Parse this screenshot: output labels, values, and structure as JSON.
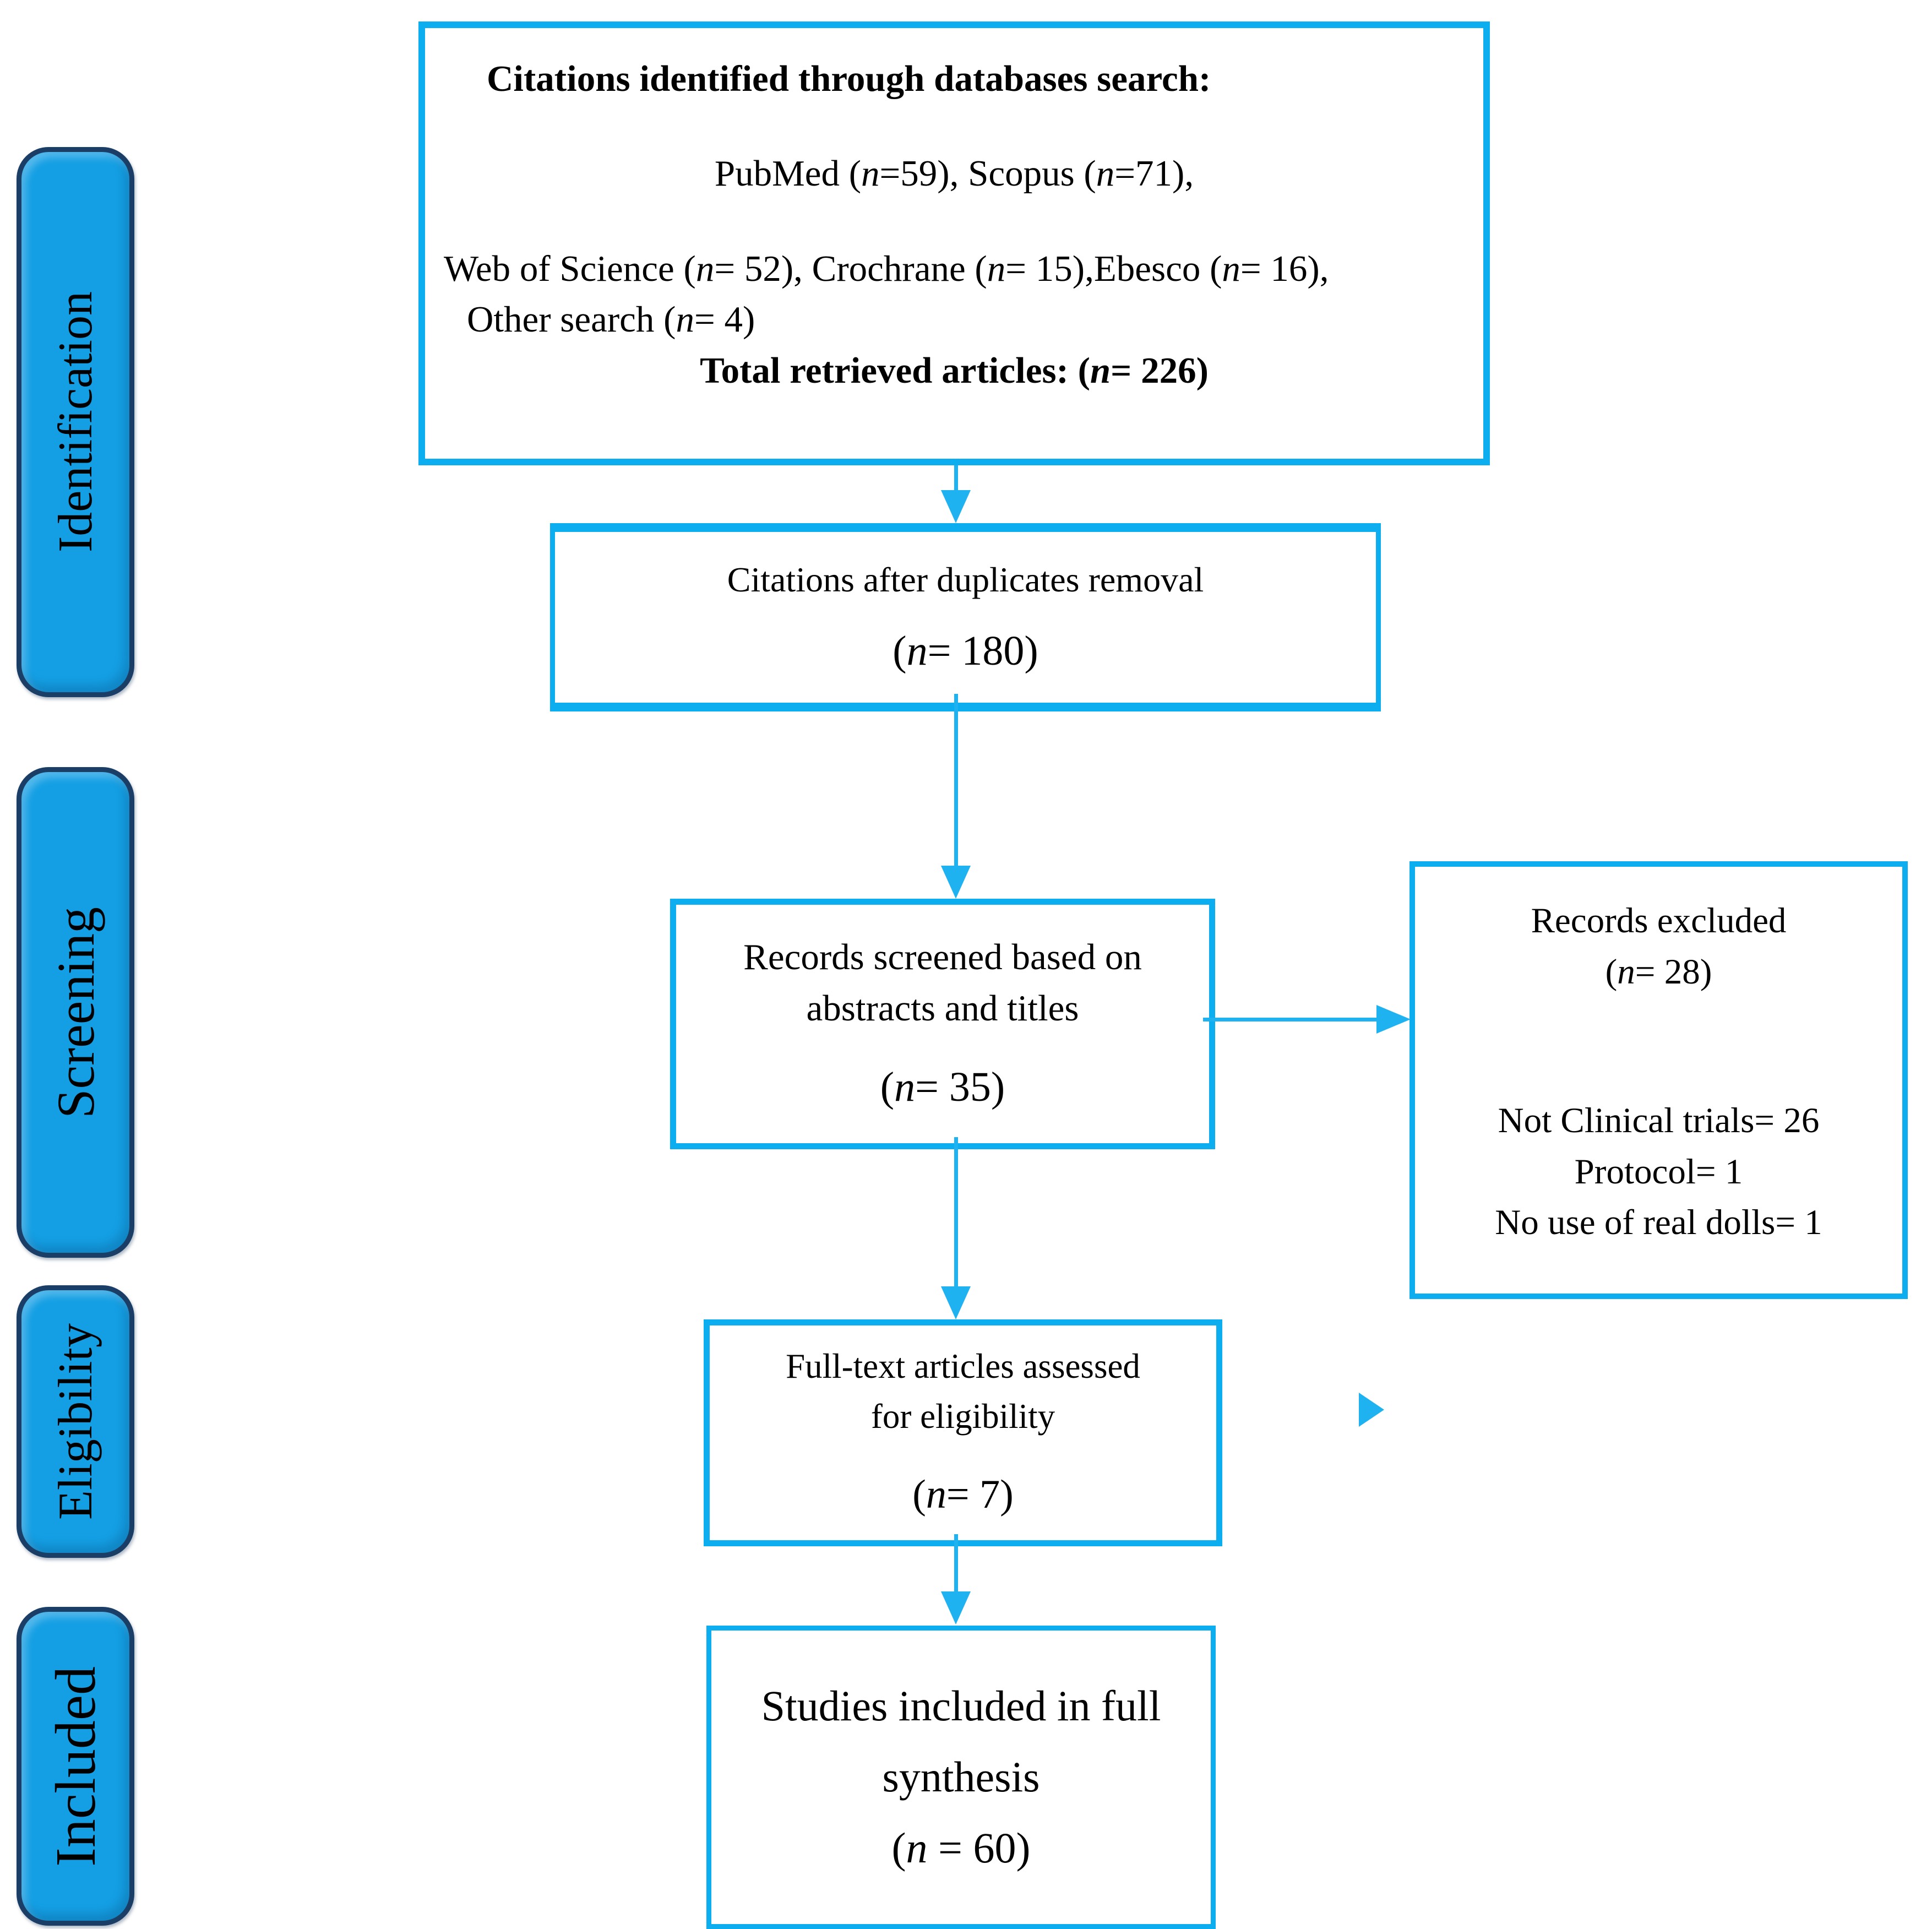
{
  "title": "PRISMA flow diagram of study selection",
  "colors": {
    "flow_box_border": "#0DAEEF",
    "arrow": "#1FB2F0",
    "stage_fill": "#149FE4",
    "stage_border": "#1A3E66",
    "text": "#000000",
    "background": "#FFFFFF"
  },
  "stages": [
    {
      "label": "Identification"
    },
    {
      "label": "Screening"
    },
    {
      "label": "Eligibility"
    },
    {
      "label": "Included"
    }
  ],
  "boxes": {
    "identified": {
      "lines": [
        {
          "text": "Citations identified through databases search:",
          "bold": true,
          "align": "left",
          "headpad": true
        },
        {
          "text": "PubMed (n=59), Scopus (n=71),",
          "align": "center",
          "bigskip": true
        },
        {
          "text": "Web of Science (n= 52), Crochrane (n= 15),Ebesco (n= 16),",
          "align": "left",
          "bigskip": true
        },
        {
          "text": "Other search (n= 4)",
          "align": "left",
          "indent": true,
          "smallskip": true
        },
        {
          "text": "Total retrieved articles: (n= 226)",
          "bold": true,
          "align": "center",
          "smallskip": true
        }
      ]
    },
    "deduplicated": {
      "lines": [
        {
          "text": "Citations after duplicates removal"
        },
        {
          "text": "(n= 180)",
          "large": true,
          "gap": true
        }
      ]
    },
    "screened": {
      "lines": [
        {
          "text": "Records screened based on"
        },
        {
          "text": "abstracts and titles"
        },
        {
          "text": "(n= 35)",
          "large": true,
          "gap": true
        }
      ]
    },
    "excluded": {
      "lines": [
        {
          "text": "Records excluded"
        },
        {
          "text": "(n= 28)"
        },
        {
          "text": "",
          "spacer": true
        },
        {
          "text": "Not Clinical trials= 26"
        },
        {
          "text": "Protocol= 1"
        },
        {
          "text": "No use of real dolls= 1"
        }
      ]
    },
    "fulltext": {
      "lines": [
        {
          "text": "Full-text articles assessed"
        },
        {
          "text": "for eligibility"
        },
        {
          "text": "(n= 7)",
          "large": true,
          "gap": true
        }
      ]
    },
    "included_studies": {
      "lines": [
        {
          "text": "Studies included in full"
        },
        {
          "text": "synthesis"
        },
        {
          "text": "(n = 60)"
        }
      ]
    }
  }
}
